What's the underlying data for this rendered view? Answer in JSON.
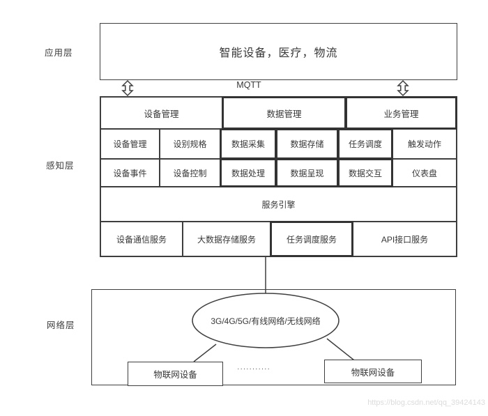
{
  "page": {
    "background": "#ffffff",
    "line_color": "#3e3e3e",
    "text_color": "#383838",
    "watermark_color": "#dcdcdc"
  },
  "layers": {
    "application": "应用层",
    "perception": "感知层",
    "network": "网络层"
  },
  "application_box": {
    "title": "智能设备，医疗，物流"
  },
  "protocol": {
    "label": "MQTT"
  },
  "management_headers": [
    {
      "label": "设备管理"
    },
    {
      "label": "数据管理"
    },
    {
      "label": "业务管理"
    }
  ],
  "capability_grid": {
    "row1": [
      "设备管理",
      "设别规格",
      "数据采集",
      "数据存储",
      "任务调度",
      "触发动作"
    ],
    "row2": [
      "设备事件",
      "设备控制",
      "数据处理",
      "数据呈现",
      "数据交互",
      "仪表盘"
    ]
  },
  "service_engine": {
    "label": "服务引擎"
  },
  "services": [
    "设备通信服务",
    "大数据存储服务",
    "任务调度服务",
    "API接口服务"
  ],
  "network": {
    "cloud_label": "3G/4G/5G/有线网络/无线网络",
    "device_left": "物联网设备",
    "device_right": "物联网设备",
    "dots": "···········"
  },
  "watermark": "https://blog.csdn.net/qq_39424143"
}
